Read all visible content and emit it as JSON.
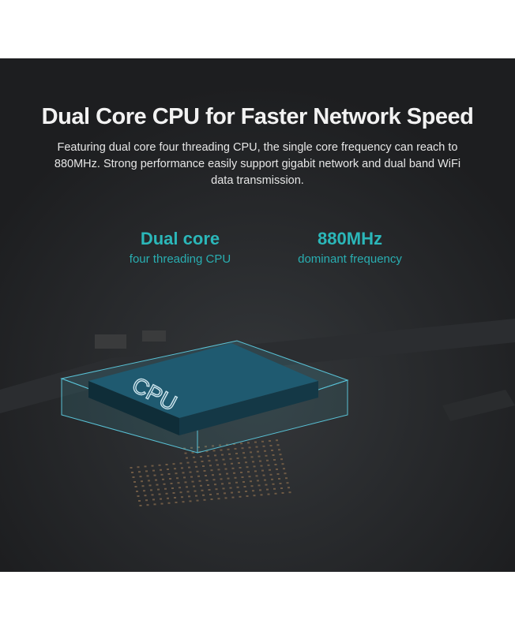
{
  "headline": "Dual Core CPU for Faster Network Speed",
  "description": "Featuring dual core four threading CPU, the single core frequency can reach to 880MHz. Strong performance easily support gigabit network and dual band WiFi data transmission.",
  "stats": [
    {
      "value": "Dual core",
      "label": "four threading CPU"
    },
    {
      "value": "880MHz",
      "label": "dominant frequency"
    }
  ],
  "chip_label": "CPU",
  "colors": {
    "background": "#1d1e20",
    "accent": "#2bb7b9",
    "chip": "#1f5a70"
  }
}
